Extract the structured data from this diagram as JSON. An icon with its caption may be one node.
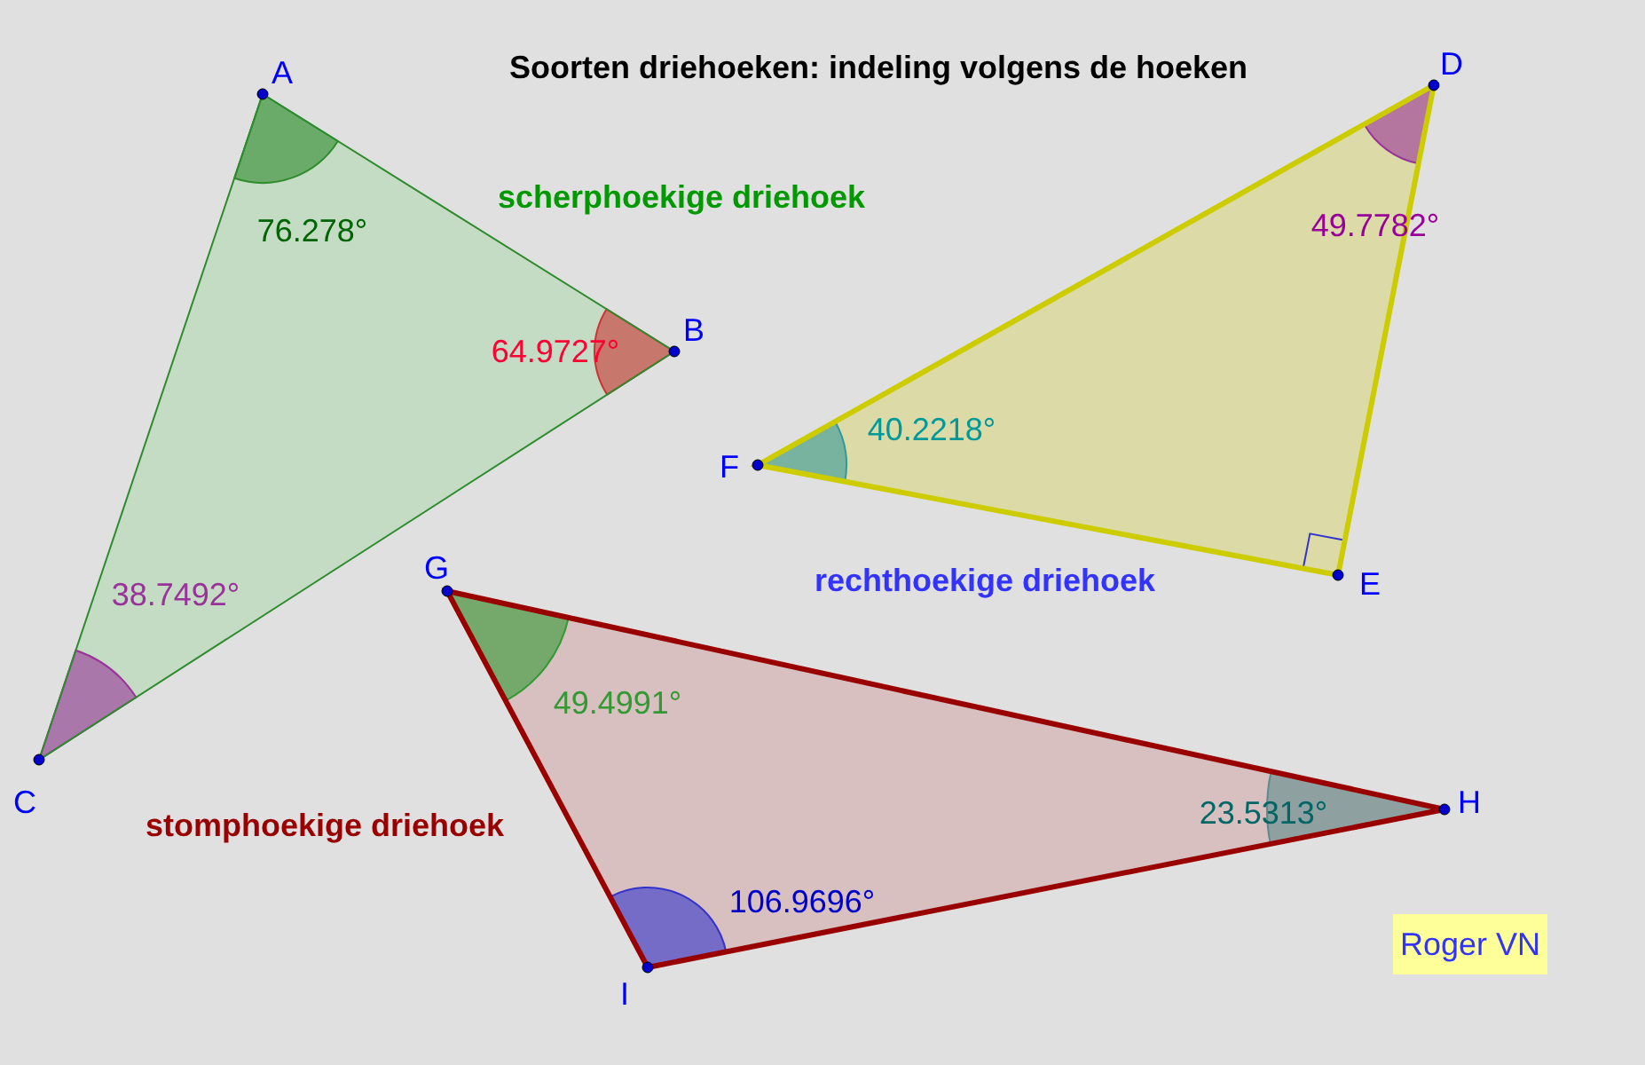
{
  "diagram": {
    "title": "Soorten driehoeken: indeling volgens de hoeken",
    "nodes": [
      {
        "text": [
          "76.278°",
          "64.9727°",
          "38.7492°"
        ],
        "beside": [
          "scherphoekige driehoek"
        ]
      },
      {
        "text": [
          "49.7782°",
          "40.2218°"
        ],
        "beside": [
          "rechthoekige driehoek"
        ]
      },
      {
        "text": [
          "49.4991°",
          "23.5313°",
          "106.9696°"
        ],
        "beside": [
          "stomphoekige driehoek"
        ]
      },
      {
        "text": [
          "Roger VN"
        ]
      }
    ],
    "edges": [],
    "labels": [
      "A",
      "B",
      "C",
      "D",
      "E",
      "F",
      "G",
      "H",
      "I"
    ]
  }
}
